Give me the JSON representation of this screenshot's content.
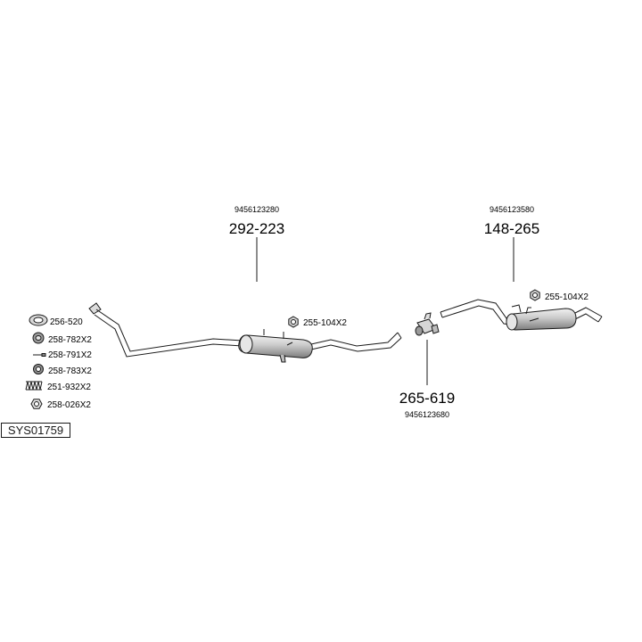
{
  "diagram_id": "SYS01759",
  "assemblies": [
    {
      "key": "front",
      "part_number": "292-223",
      "oe_number": "9456123280"
    },
    {
      "key": "middle",
      "part_number": "265-619",
      "oe_number": "9456123680"
    },
    {
      "key": "rear",
      "part_number": "148-265",
      "oe_number": "9456123580"
    }
  ],
  "hardware_callouts": [
    {
      "key": "front",
      "label": "255-104X2",
      "icon": "hex-nut-icon"
    },
    {
      "key": "rear",
      "label": "255-104X2",
      "icon": "hex-nut-icon"
    }
  ],
  "legend": [
    {
      "label": "256-520",
      "icon": "gasket-ring-icon"
    },
    {
      "label": "258-782X2",
      "icon": "rubber-mount-icon"
    },
    {
      "label": "258-791X2",
      "icon": "bolt-icon"
    },
    {
      "label": "258-783X2",
      "icon": "rubber-ring-icon"
    },
    {
      "label": "251-932X2",
      "icon": "spring-icon"
    },
    {
      "label": "258-026X2",
      "icon": "hex-nut-icon"
    }
  ],
  "colors": {
    "line": "#1a1a1a",
    "muffler_fill": "#c9c9c9",
    "muffler_shade": "#8a8a8a"
  }
}
